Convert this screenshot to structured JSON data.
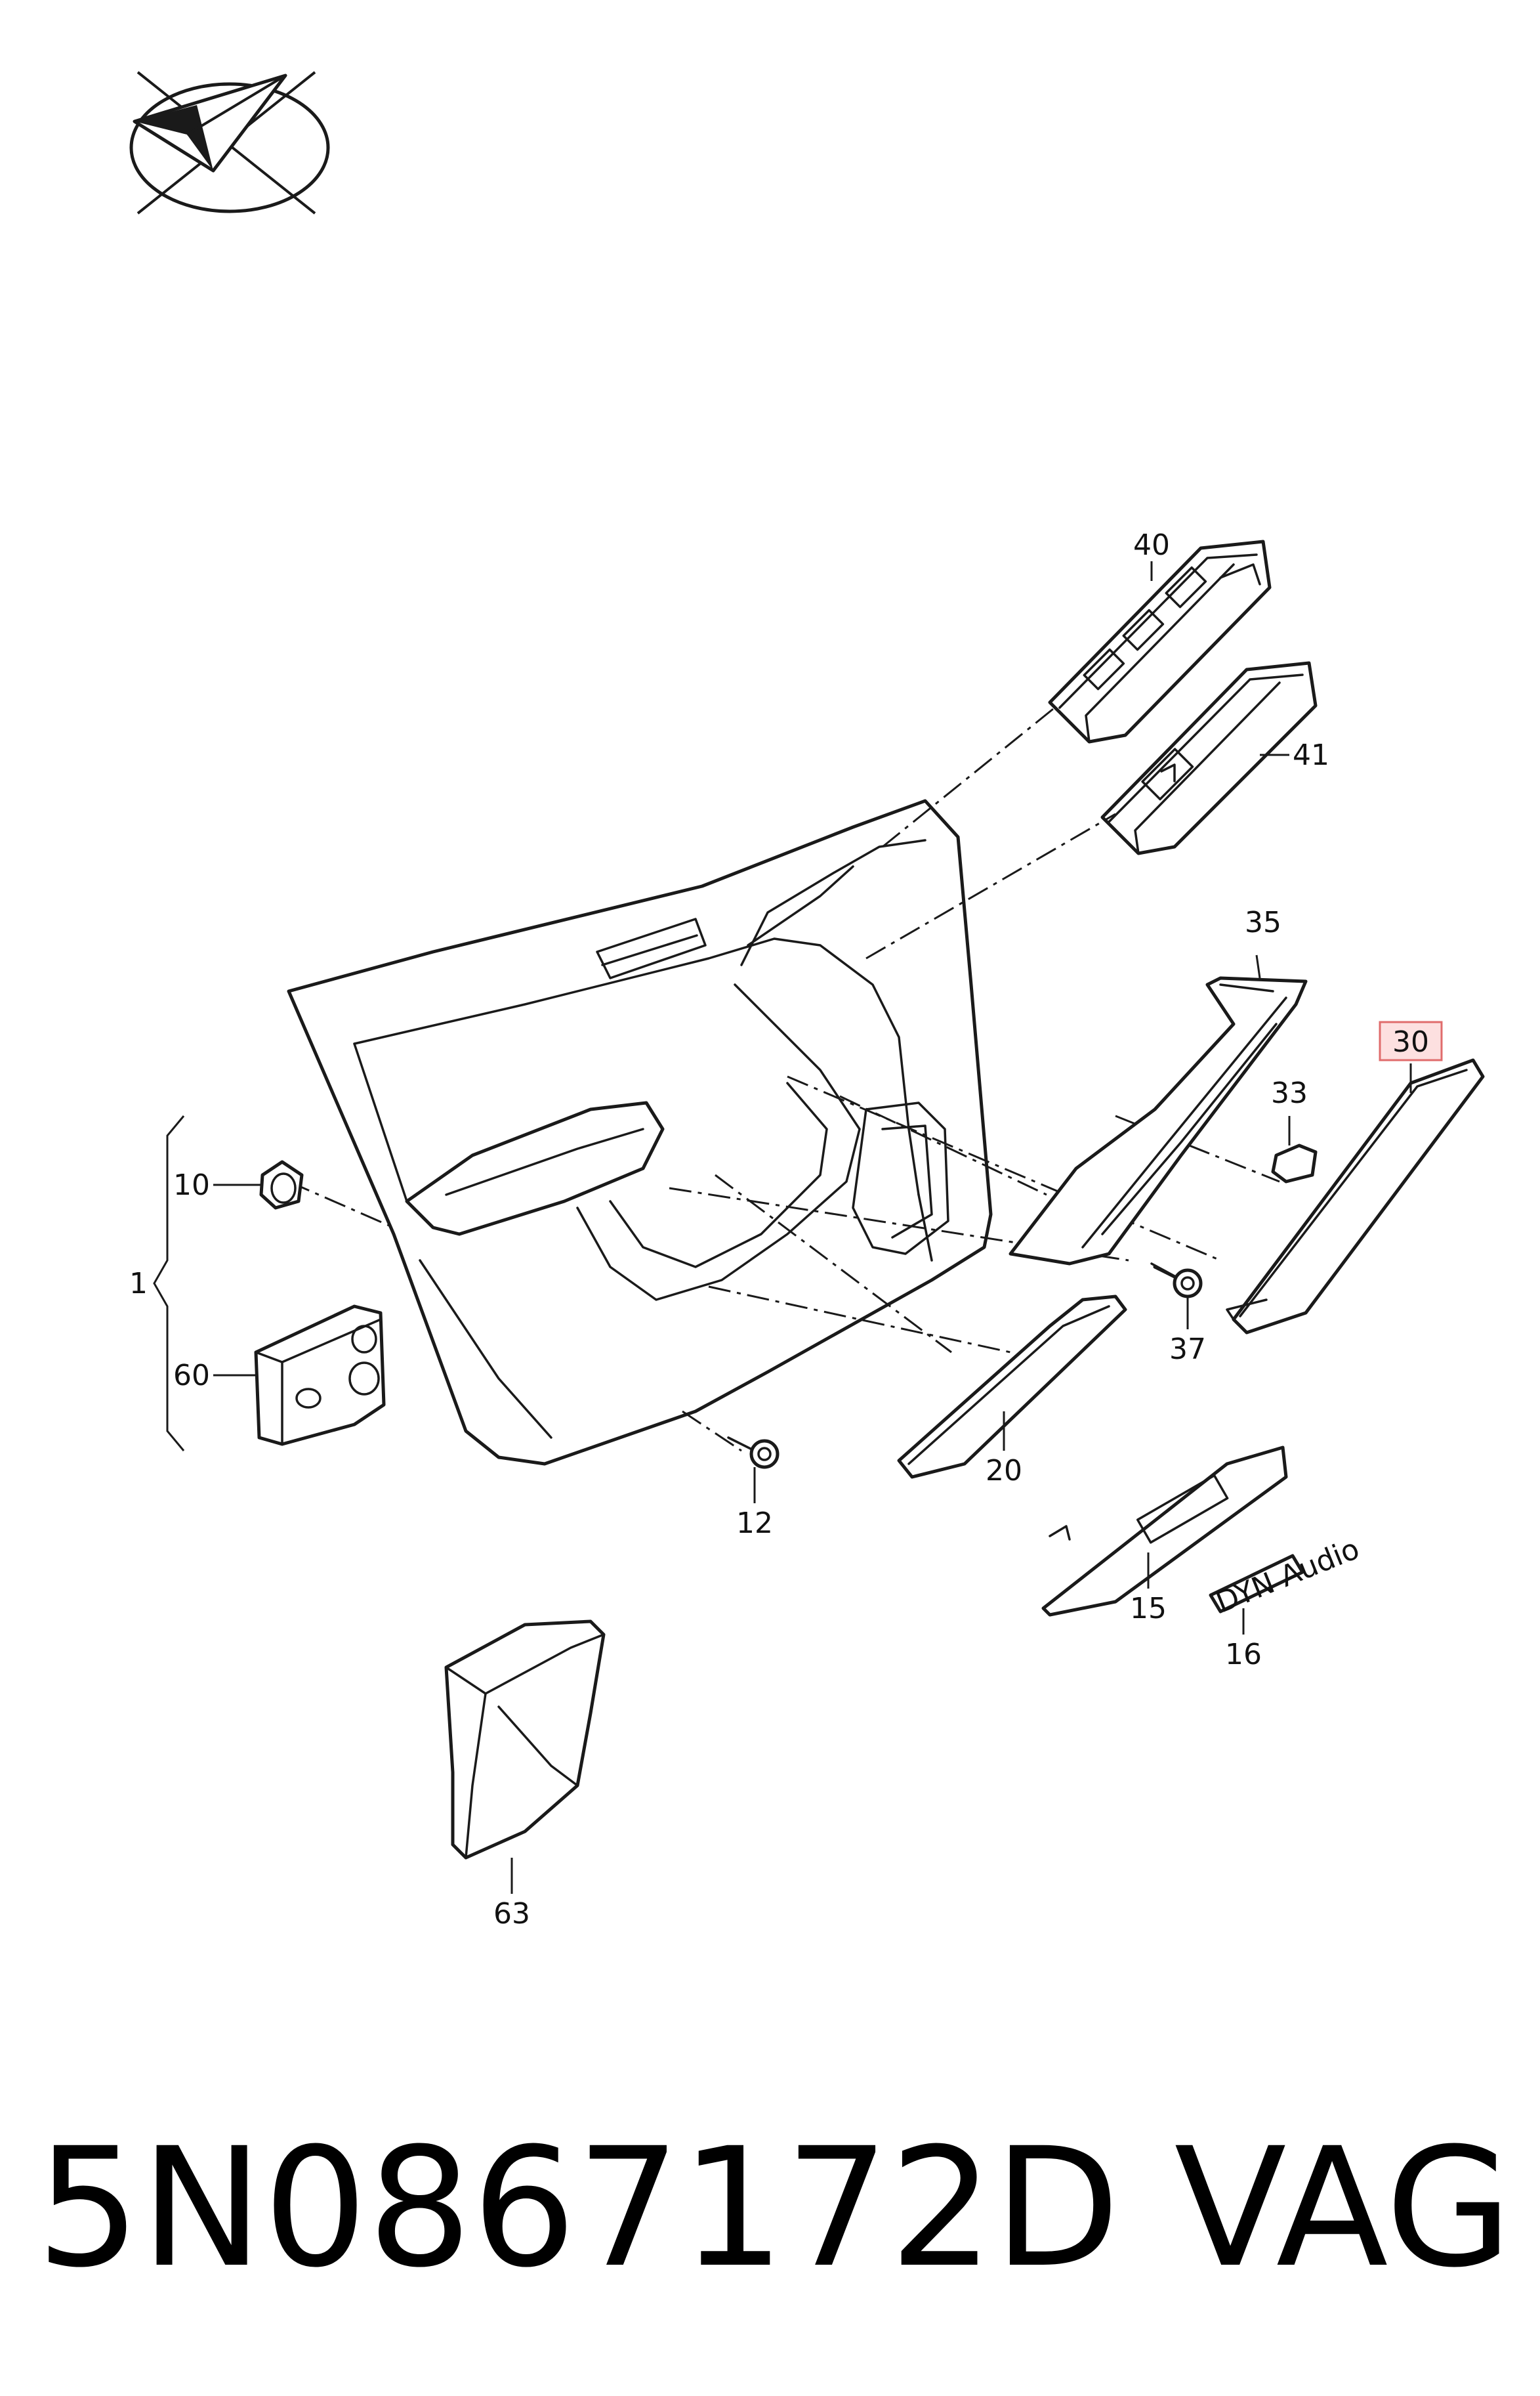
{
  "colors": {
    "line": "#1a1a1a",
    "highlight_fill": "#fde0e0",
    "highlight_stroke": "#e06c6c",
    "background": "#ffffff"
  },
  "logo": {
    "icon": "checkmark-plane-logo-icon"
  },
  "callouts": {
    "c40": "40",
    "c41": "41",
    "c35": "35",
    "c30": "30",
    "c33": "33",
    "c10": "10",
    "c1": "1",
    "c60": "60",
    "c37": "37",
    "c20": "20",
    "c12": "12",
    "c15": "15",
    "c16": "16",
    "c63": "63"
  },
  "highlighted_callout": "30",
  "badge_text": "DYN Audio",
  "footer": {
    "part_number": "5N0867172D",
    "brand": "VAG"
  }
}
